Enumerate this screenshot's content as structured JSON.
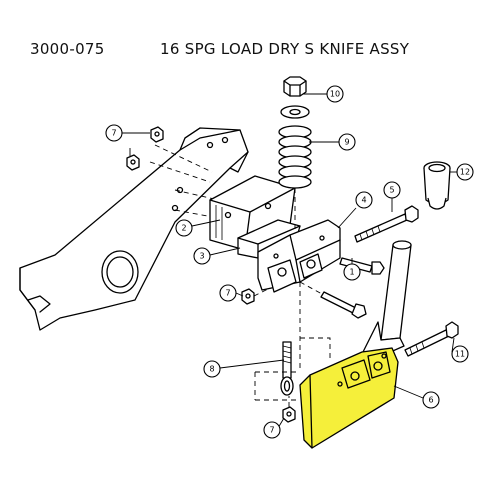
{
  "header": {
    "part_number": "3000-075",
    "title": "16 SPG LOAD DRY S KNIFE ASSY"
  },
  "colors": {
    "highlight": "#f5ef3a",
    "line": "#000000",
    "background": "#ffffff"
  },
  "callouts": [
    "1",
    "2",
    "3",
    "4",
    "5",
    "6",
    "7",
    "7",
    "7",
    "8",
    "9",
    "10",
    "11",
    "12"
  ]
}
